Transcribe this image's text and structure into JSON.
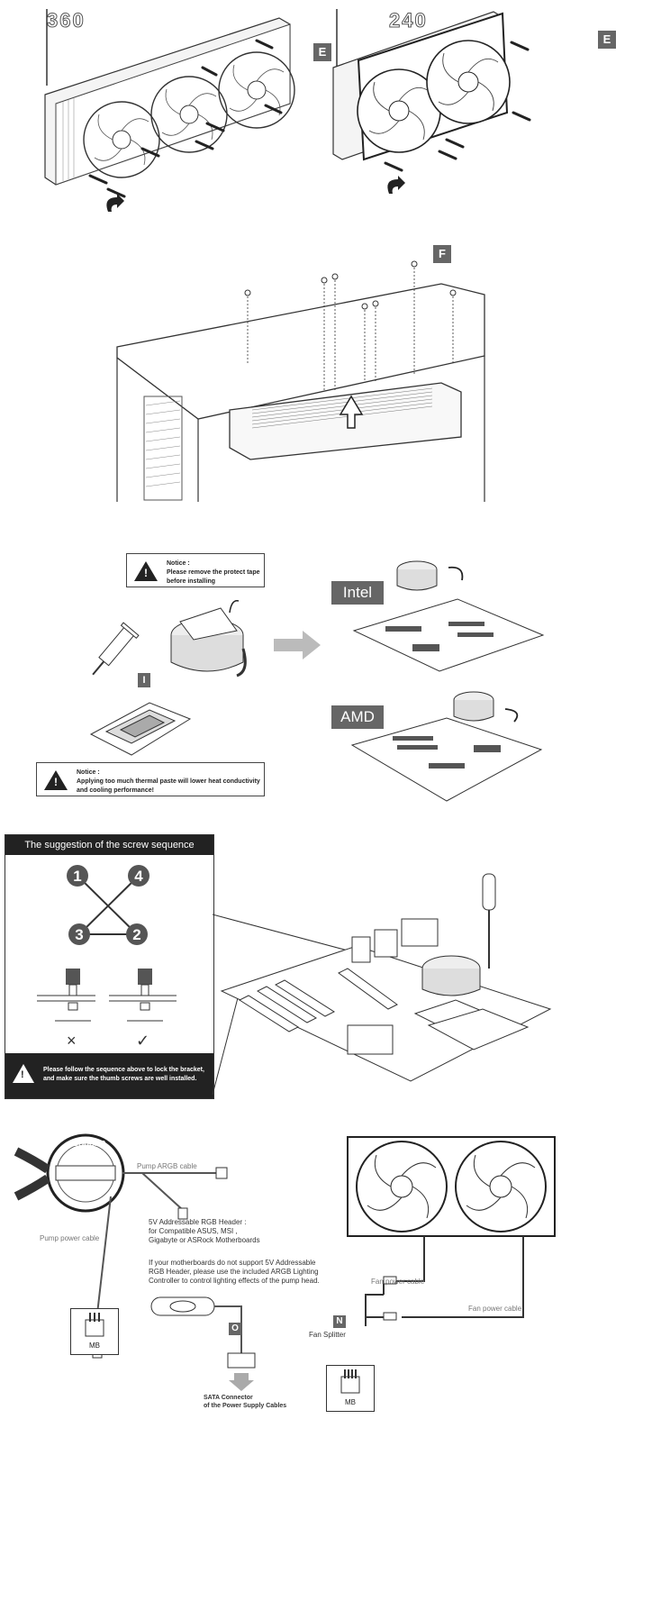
{
  "section_e": {
    "title_360": "360",
    "title_240": "240",
    "tag_left": "E",
    "tag_right": "E"
  },
  "section_f": {
    "tag": "F"
  },
  "section_install": {
    "notice_top": {
      "heading": "Notice :",
      "line1": "Please remove the protect tape",
      "line2": "before installing"
    },
    "notice_bottom": {
      "heading": "Notice :",
      "line1": "Applying too much thermal paste will lower heat conductivity",
      "line2": "and cooling performance!"
    },
    "tag_i": "I",
    "intel_label": "Intel",
    "amd_label": "AMD"
  },
  "section_screw": {
    "header": "The suggestion of the screw sequence",
    "n1": "1",
    "n2": "2",
    "n3": "3",
    "n4": "4",
    "footer_line1": "Please follow the sequence above to lock the bracket,",
    "footer_line2": "and make sure the thumb screws are well installed."
  },
  "section_cables": {
    "logo_text": "COUGAR",
    "pump_argb_cable": "Pump ARGB cable",
    "pump_power_cable": "Pump power cable",
    "header_line1": "5V Addressable RGB Header :",
    "header_line2": "for Compatible ASUS, MSI ,",
    "header_line3": "Gigabyte or ASRock Motherboards",
    "nosupport_line1": "If your motherboards do not support 5V Addressable",
    "nosupport_line2": "RGB Header, please use the included ARGB Lighting",
    "nosupport_line3": "Controller to control lighting effects of the pump head.",
    "mb_left": "MB",
    "tag_o": "O",
    "sata_line1": "SATA Connector",
    "sata_line2": "of the Power Supply Cables",
    "fan_power_cable_1": "Fan power cable",
    "fan_power_cable_2": "Fan power cable",
    "tag_n": "N",
    "fan_splitter": "Fan Splitter",
    "mb_right": "MB"
  }
}
